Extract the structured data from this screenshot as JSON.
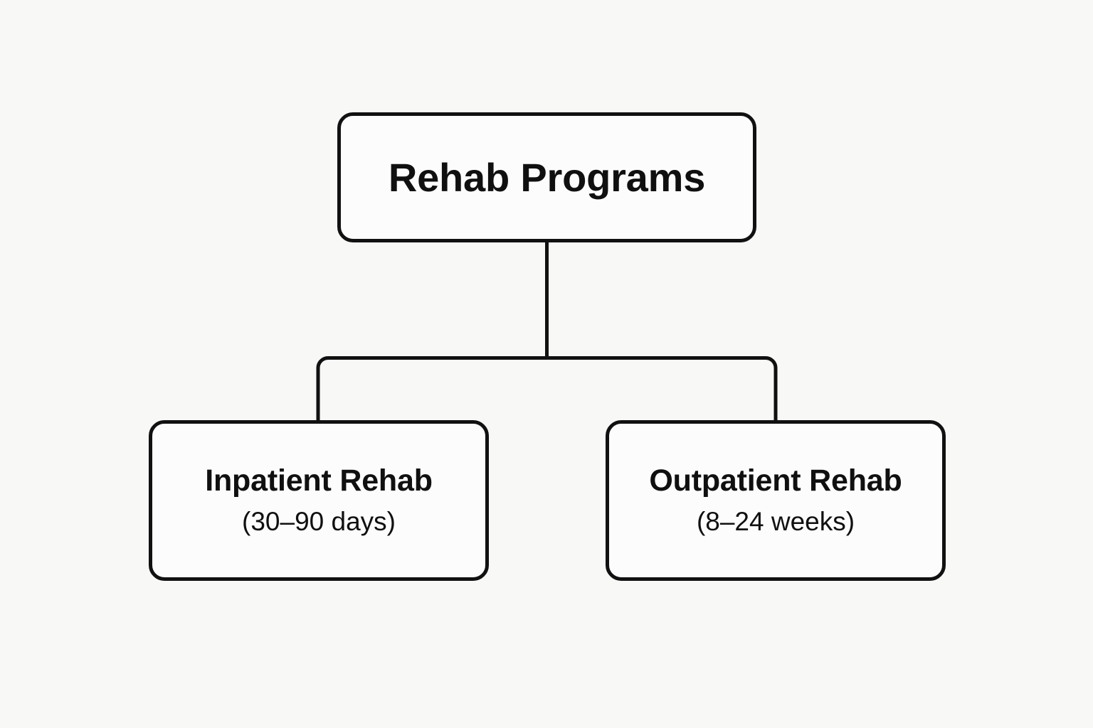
{
  "diagram": {
    "type": "tree",
    "orientation": "top-down",
    "background_color": "#f8f8f7",
    "stroke_color": "#111111",
    "node_fill_color": "#fcfcfc",
    "text_color": "#101010",
    "root": {
      "id": "rehab-programs",
      "title": "Rehab Programs"
    },
    "children": [
      {
        "id": "inpatient-rehab",
        "title": "Inpatient Rehab",
        "subtitle": "(30–90 days)"
      },
      {
        "id": "outpatient-rehab",
        "title": "Outpatient Rehab",
        "subtitle": "(8–24 weeks)"
      }
    ],
    "connectors": {
      "style": "orthogonal-rounded",
      "trunk_from": "rehab-programs",
      "branches_to": [
        "inpatient-rehab",
        "outpatient-rehab"
      ]
    }
  }
}
